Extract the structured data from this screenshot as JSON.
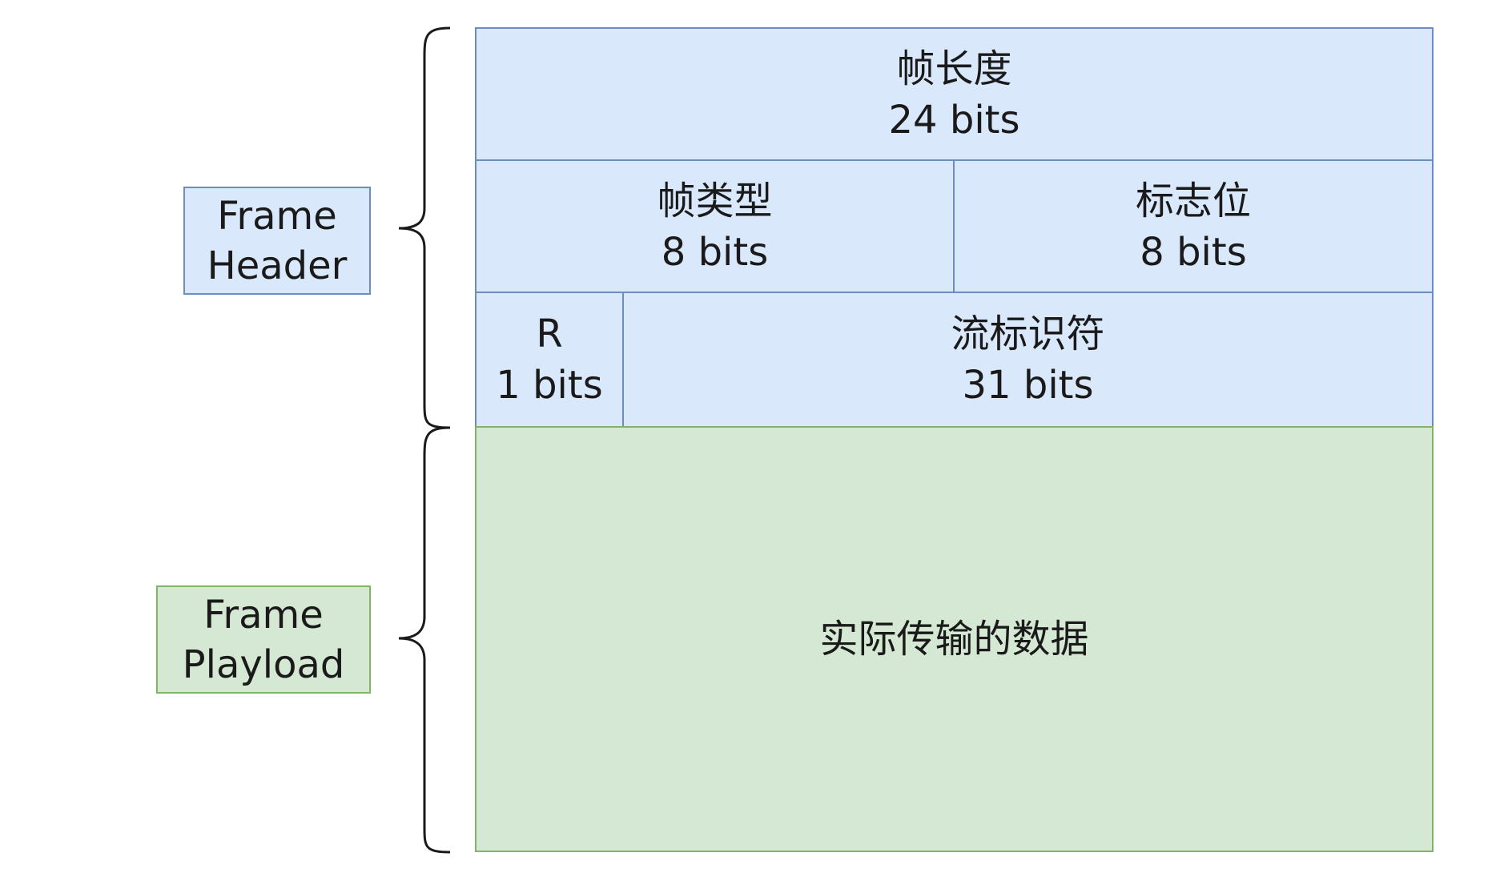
{
  "labels": {
    "header": [
      "Frame",
      "Header"
    ],
    "payload": [
      "Frame",
      "Playload"
    ]
  },
  "header_fields": {
    "frame_length": {
      "name": "帧长度",
      "size": "24 bits"
    },
    "frame_type": {
      "name": "帧类型",
      "size": "8 bits"
    },
    "flags": {
      "name": "标志位",
      "size": "8 bits"
    },
    "reserved": {
      "name": "R",
      "size": "1 bits"
    },
    "stream_id": {
      "name": "流标识符",
      "size": "31 bits"
    }
  },
  "payload_field": {
    "name": "实际传输的数据"
  },
  "colors": {
    "header_fill": "#dae8fc",
    "header_stroke": "#6c8ebf",
    "payload_fill": "#d5e8d4",
    "payload_stroke": "#82b366"
  }
}
